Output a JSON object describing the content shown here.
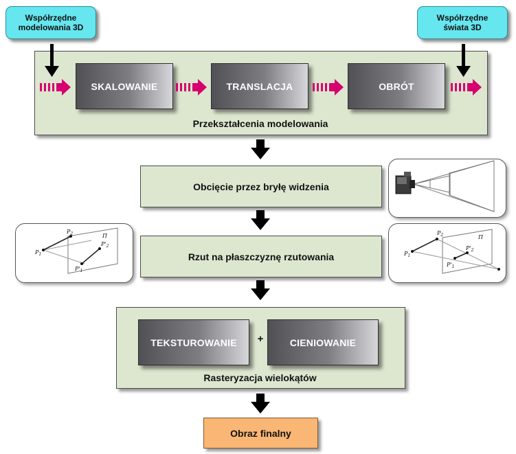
{
  "inputs": {
    "model_coords": "Współrzędne modelowania 3D",
    "world_coords": "Współrzędne świata 3D"
  },
  "modeling": {
    "caption": "Przekształcenia modelowania",
    "steps": [
      "SKALOWANIE",
      "TRANSLACJA",
      "OBRÓT"
    ]
  },
  "clipping": {
    "label": "Obcięcie przez bryłę widzenia"
  },
  "projection": {
    "label": "Rzut na płaszczyznę rzutowania",
    "diagram": {
      "plane": "Π",
      "p1": "P",
      "p2": "P",
      "p1_proj": "P'",
      "p2_proj": "P'",
      "sub1": "1",
      "sub2": "2"
    }
  },
  "raster": {
    "caption": "Rasteryzacja wielokątów",
    "left": "TEKSTUROWANIE",
    "plus": "+",
    "right": "CIENIOWANIE"
  },
  "final": {
    "label": "Obraz finalny"
  },
  "colors": {
    "cyan": "#66e6ee",
    "panel": "#dde7d0",
    "final": "#f9b674",
    "arrow_pink": "#d6006e"
  }
}
